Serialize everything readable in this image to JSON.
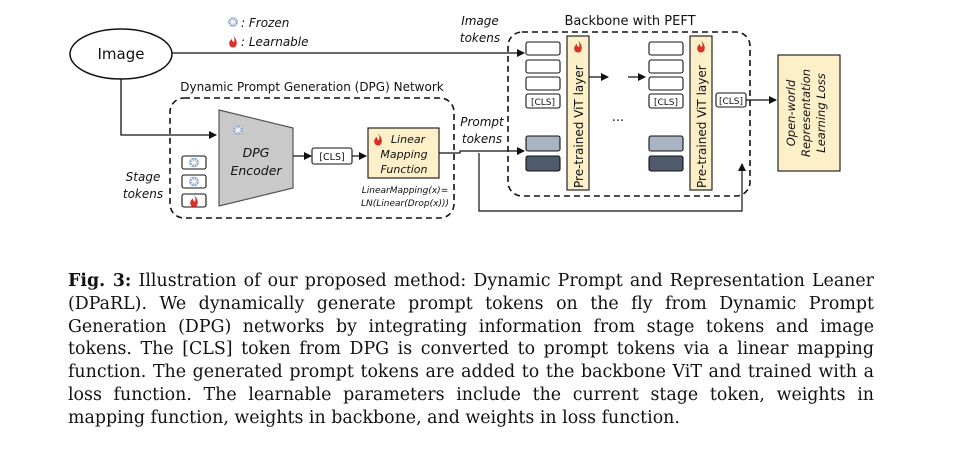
{
  "legend": {
    "frozen_label": ": Frozen",
    "learnable_label": ": Learnable"
  },
  "image_node": {
    "label": "Image"
  },
  "labels": {
    "image_tokens_line1": "Image",
    "image_tokens_line2": "tokens",
    "prompt_tokens_line1": "Prompt",
    "prompt_tokens_line2": "tokens",
    "stage_tokens_line1": "Stage",
    "stage_tokens_line2": "tokens"
  },
  "dpg": {
    "title": "Dynamic Prompt Generation (DPG) Network",
    "encoder_line1": "DPG",
    "encoder_line2": "Encoder",
    "cls_label": "[CLS]",
    "mapping_line1": "Linear",
    "mapping_line2": "Mapping",
    "mapping_line3": "Function",
    "formula_line1": "LinearMapping(x)=",
    "formula_line2": "LN(Linear(Drop(x)))"
  },
  "backbone": {
    "title": "Backbone with PEFT",
    "cls_label": "[CLS]",
    "layer_label": "Pre-trained ViT layer",
    "ellipsis": "...",
    "output_cls_label": "[CLS]"
  },
  "loss": {
    "line1": "Open-world",
    "line2": "Representation",
    "line3": "Learning Loss"
  },
  "caption": {
    "label": "Fig. 3:",
    "text": " Illustration of our proposed method: Dynamic Prompt and Representation Leaner (DPaRL). We dynamically generate prompt tokens on the fly from Dynamic Prompt Generation (DPG) networks by integrating information from stage tokens and image tokens. The [CLS] token from DPG is converted to prompt tokens via a linear mapping function. The generated prompt tokens are added to the backbone ViT and trained with a loss function. The learnable parameters include the current stage token, weights in mapping function, weights in backbone, and weights in loss function."
  },
  "colors": {
    "frozen": "#8da6c8",
    "learnable": "#d9302a",
    "mapping_fill": "#fdf0c9",
    "encoder_fill": "#c9c9c9",
    "token_fill": "#a8b3c4",
    "token_dark": "#4f5b6c"
  }
}
